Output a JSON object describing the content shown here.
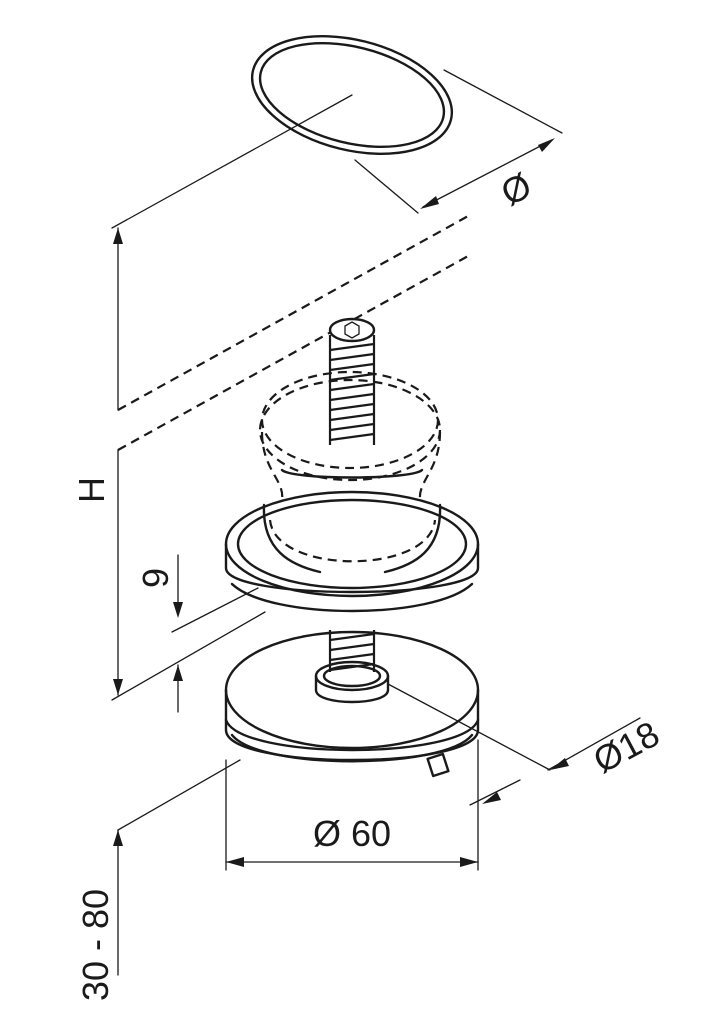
{
  "dimensions": {
    "cover_diameter": "Ø",
    "height": "H",
    "offset": "9",
    "thread_diameter": "Ø18",
    "base_diameter": "Ø 60",
    "adjust_range": "30 - 80"
  }
}
